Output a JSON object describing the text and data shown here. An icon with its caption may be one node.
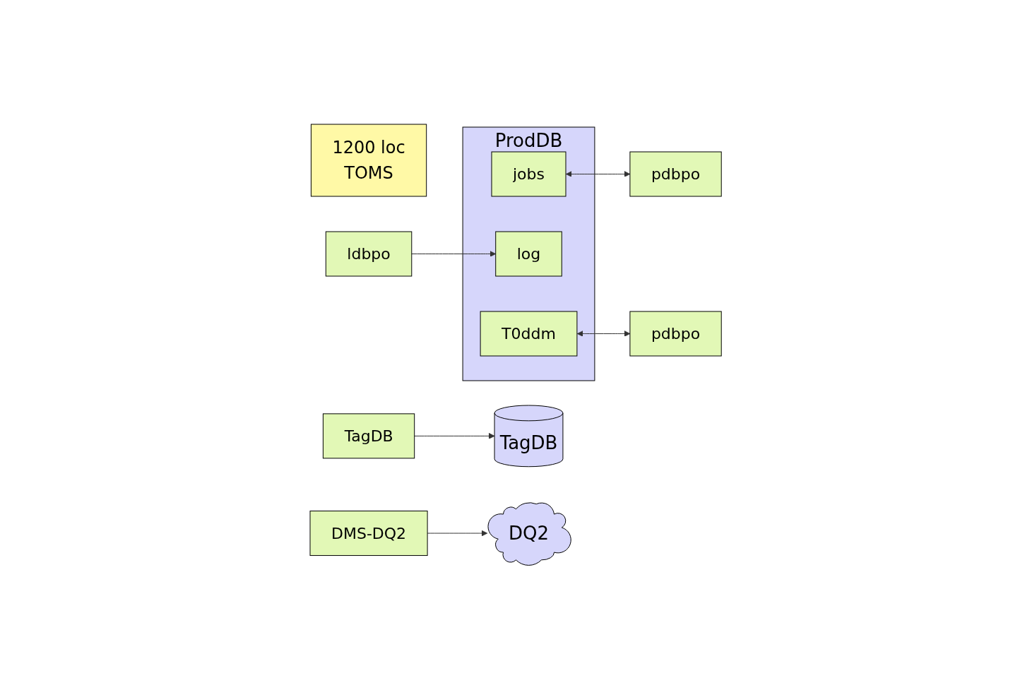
{
  "diagram": {
    "nodes": [
      {
        "text": [
          "ProdDB"
        ]
      },
      {
        "text": [
          "jobs"
        ],
        "in": 0
      },
      {
        "text": [
          "log"
        ],
        "in": 0
      },
      {
        "text": [
          "T0ddm"
        ],
        "in": 0
      },
      {
        "text": [
          "1200 loc",
          "TOMS"
        ]
      },
      {
        "text": [
          "pdbpo"
        ]
      },
      {
        "text": [
          "ldbpo"
        ]
      },
      {
        "text": [
          "pdbpo"
        ]
      },
      {
        "text": [
          "TagDB"
        ]
      },
      {
        "text": [
          "DMS-DQ2"
        ]
      },
      {
        "text": [
          "TagDB"
        ]
      },
      {
        "text": [
          "DQ2"
        ]
      }
    ],
    "edges": [
      {
        "from": 1,
        "to": 5,
        "arrow": "both"
      },
      {
        "from": 6,
        "to": 2,
        "arrow": "to"
      },
      {
        "from": 3,
        "to": 7,
        "arrow": "both"
      },
      {
        "from": 8,
        "to": 10,
        "arrow": "to"
      },
      {
        "from": 9,
        "to": 11,
        "arrow": "to"
      }
    ]
  }
}
